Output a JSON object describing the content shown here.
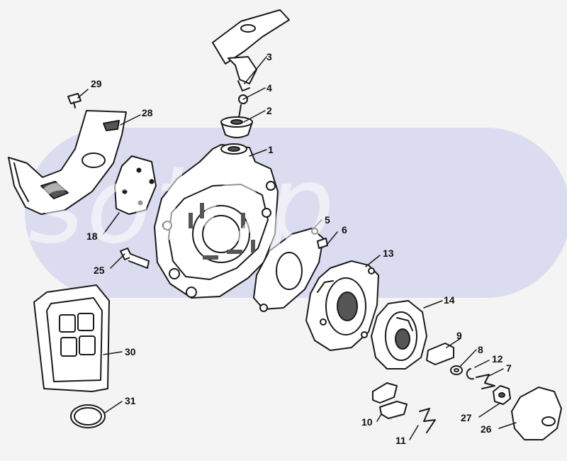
{
  "diagram": {
    "watermark": "sotop",
    "colors": {
      "line": "#1a1a1a",
      "part_fill": "#ffffff",
      "shade": "#555555",
      "watermark_band": "#dcdcf0",
      "background": "#f4f4f4"
    },
    "callouts": [
      {
        "label": "1"
      },
      {
        "label": "2"
      },
      {
        "label": "3"
      },
      {
        "label": "4"
      },
      {
        "label": "5"
      },
      {
        "label": "6"
      },
      {
        "label": "7"
      },
      {
        "label": "8"
      },
      {
        "label": "9"
      },
      {
        "label": "10"
      },
      {
        "label": "11"
      },
      {
        "label": "12"
      },
      {
        "label": "13"
      },
      {
        "label": "14"
      },
      {
        "label": "18"
      },
      {
        "label": "25"
      },
      {
        "label": "26"
      },
      {
        "label": "27"
      },
      {
        "label": "28"
      },
      {
        "label": "29"
      },
      {
        "label": "30"
      },
      {
        "label": "31"
      }
    ]
  }
}
